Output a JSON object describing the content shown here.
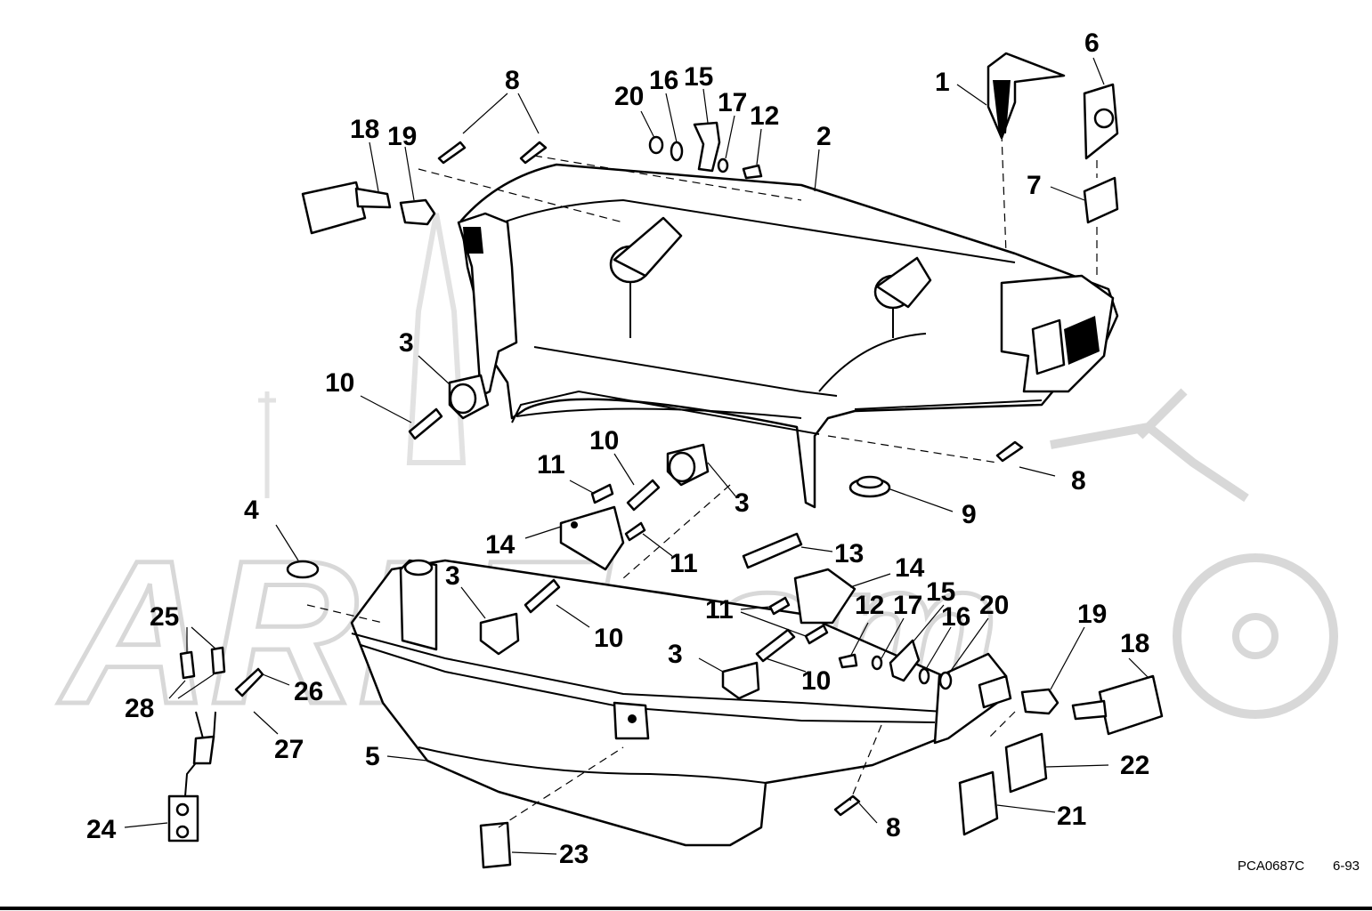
{
  "watermark": "ARI Team",
  "figure_code": "PCA0687C",
  "revision_date": "6-93",
  "callouts": [
    {
      "id": "c1",
      "text": "1"
    },
    {
      "id": "c6",
      "text": "6"
    },
    {
      "id": "c7",
      "text": "7"
    },
    {
      "id": "c2",
      "text": "2"
    },
    {
      "id": "c8a",
      "text": "8"
    },
    {
      "id": "c8b",
      "text": "8"
    },
    {
      "id": "c8c",
      "text": "8"
    },
    {
      "id": "c18a",
      "text": "18"
    },
    {
      "id": "c19a",
      "text": "19"
    },
    {
      "id": "c20a",
      "text": "20"
    },
    {
      "id": "c16a",
      "text": "16"
    },
    {
      "id": "c15a",
      "text": "15"
    },
    {
      "id": "c17a",
      "text": "17"
    },
    {
      "id": "c12a",
      "text": "12"
    },
    {
      "id": "c3a",
      "text": "3"
    },
    {
      "id": "c10a",
      "text": "10"
    },
    {
      "id": "c10b",
      "text": "10"
    },
    {
      "id": "c11a",
      "text": "11"
    },
    {
      "id": "c3b",
      "text": "3"
    },
    {
      "id": "c9",
      "text": "9"
    },
    {
      "id": "c4",
      "text": "4"
    },
    {
      "id": "c14a",
      "text": "14"
    },
    {
      "id": "c11b",
      "text": "11"
    },
    {
      "id": "c13",
      "text": "13"
    },
    {
      "id": "c14b",
      "text": "14"
    },
    {
      "id": "c3c",
      "text": "3"
    },
    {
      "id": "c10c",
      "text": "10"
    },
    {
      "id": "c11c",
      "text": "11"
    },
    {
      "id": "c12b",
      "text": "12"
    },
    {
      "id": "c17b",
      "text": "17"
    },
    {
      "id": "c15b",
      "text": "15"
    },
    {
      "id": "c16b",
      "text": "16"
    },
    {
      "id": "c20b",
      "text": "20"
    },
    {
      "id": "c19b",
      "text": "19"
    },
    {
      "id": "c18b",
      "text": "18"
    },
    {
      "id": "c3d",
      "text": "3"
    },
    {
      "id": "c10d",
      "text": "10"
    },
    {
      "id": "c25",
      "text": "25"
    },
    {
      "id": "c28",
      "text": "28"
    },
    {
      "id": "c26",
      "text": "26"
    },
    {
      "id": "c27",
      "text": "27"
    },
    {
      "id": "c5",
      "text": "5"
    },
    {
      "id": "c24",
      "text": "24"
    },
    {
      "id": "c23",
      "text": "23"
    },
    {
      "id": "c22",
      "text": "22"
    },
    {
      "id": "c21",
      "text": "21"
    }
  ]
}
